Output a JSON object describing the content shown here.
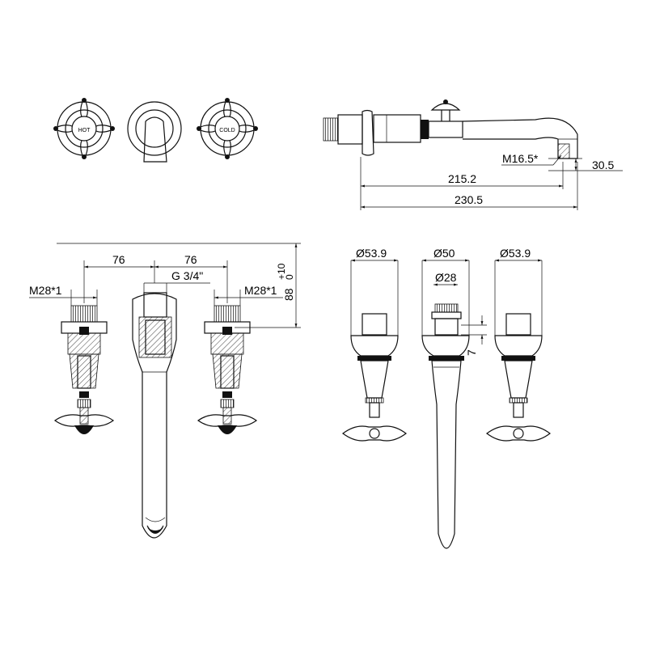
{
  "top_views": {
    "hot_label": "HOT",
    "cold_label": "COLD"
  },
  "side_view": {
    "thread_dim": "M16.5*",
    "dim_small": "30.5",
    "dim_mid": "215.2",
    "dim_total": "230.5"
  },
  "section_view": {
    "spacing_left": "76",
    "spacing_right": "76",
    "inlet_thread": "G 3/4\"",
    "left_thread": "M28*1",
    "right_thread": "M28*1",
    "depth_value": "88",
    "depth_tol_upper": "+10",
    "depth_tol_lower": "0"
  },
  "front_view": {
    "left_dia": "Ø53.9",
    "center_dia": "Ø50",
    "right_dia": "Ø53.9",
    "inner_dia": "Ø28",
    "gap": "7"
  }
}
